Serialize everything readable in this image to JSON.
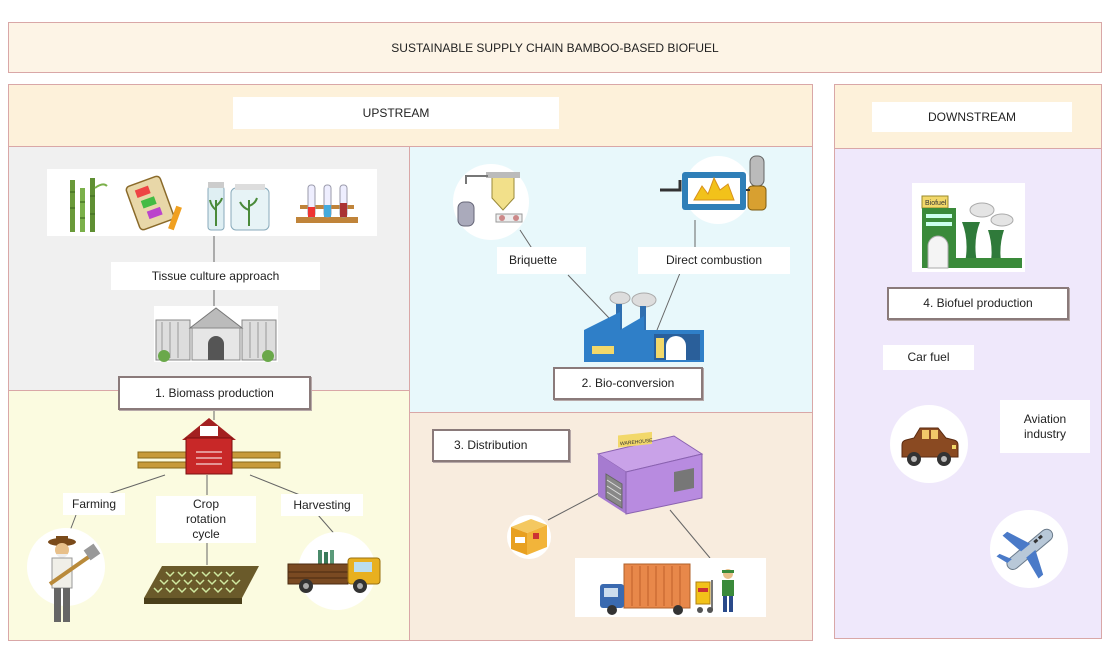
{
  "title": "SUSTAINABLE SUPPLY CHAIN BAMBOO-BASED BIOFUEL",
  "upstream": {
    "header": "UPSTREAM",
    "tissue_culture": "Tissue culture approach",
    "biomass_production": "1. Biomass production",
    "farming": "Farming",
    "crop_rotation": "Crop rotation cycle",
    "harvesting": "Harvesting",
    "briquette": "Briquette",
    "direct_combustion": "Direct combustion",
    "bio_conversion": "2. Bio-conversion",
    "distribution": "3. Distribution",
    "warehouse_sign": "WAREHOUSE"
  },
  "downstream": {
    "header": "DOWNSTREAM",
    "biofuel_sign": "Biofuel",
    "biofuel_production": "4. Biofuel production",
    "car_fuel": "Car fuel",
    "aviation_industry": "Aviation industry"
  },
  "colors": {
    "title_bg": "#fdf4e6",
    "header_bg": "#fdf1da",
    "biomass_bg": "#f0f0f0",
    "farm_bg": "#fbfbe0",
    "bioconv_bg": "#e8f8fb",
    "distribution_bg": "#f8ecde",
    "downstream_bg": "#efe8fb",
    "border": "#d9a7a7"
  }
}
